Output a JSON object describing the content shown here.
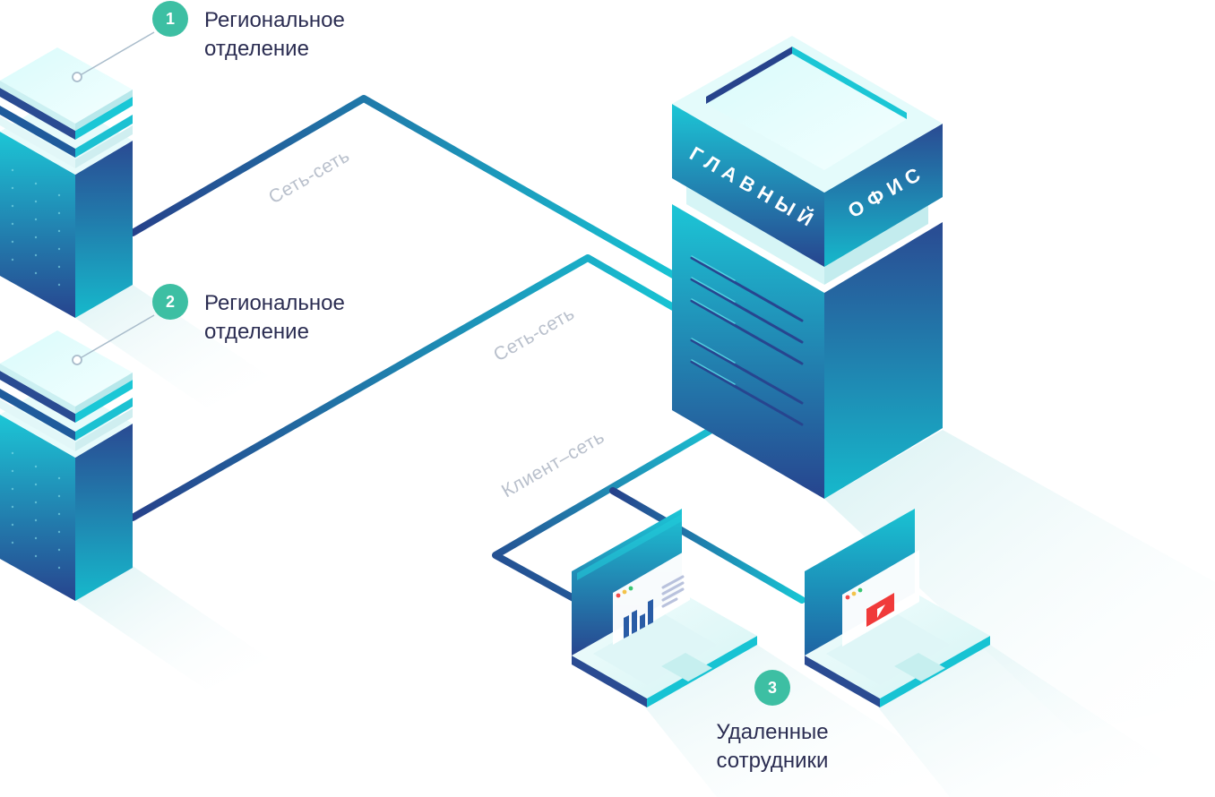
{
  "nodes": {
    "regional_1": {
      "badge": "1",
      "label_line1": "Региональное",
      "label_line2": "отделение"
    },
    "regional_2": {
      "badge": "2",
      "label_line1": "Региональное",
      "label_line2": "отделение"
    },
    "head_office": {
      "word1": "ГЛАВНЫЙ",
      "word2": "ОФИС"
    },
    "remote": {
      "badge": "3",
      "label_line1": "Удаленные",
      "label_line2": "сотрудники"
    }
  },
  "connections": {
    "site_to_site_1": "Сеть-сеть",
    "site_to_site_2": "Сеть-сеть",
    "client_to_site": "Клиент–сеть"
  },
  "colors": {
    "accent_teal": "#18c9d6",
    "deep_blue": "#283f8c",
    "badge_green": "#3dbfa3",
    "label_text": "#2b2d52",
    "connection_label": "#b9c0cc",
    "video_red": "#f03a3a"
  },
  "icons": [
    "server-icon",
    "chart-icon",
    "video-play-icon",
    "laptop-icon"
  ]
}
